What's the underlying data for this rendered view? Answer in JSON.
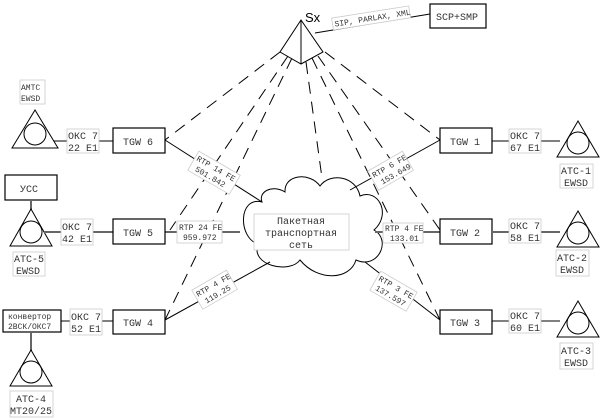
{
  "softswitch": {
    "label": "Sx"
  },
  "scp": {
    "label": "SCP+SMP",
    "link_label": "SIP, PARLAX, XML"
  },
  "network": {
    "lines": [
      "Пакетная",
      "транспортная",
      "сеть"
    ]
  },
  "gateways": [
    {
      "id": "tgw1",
      "label": "TGW 1",
      "rtp": [
        "RTP 6 FE",
        "153.649"
      ],
      "ss7": [
        "ОКС 7",
        "67 E1"
      ],
      "station": [
        "АТС-1",
        "EWSD"
      ]
    },
    {
      "id": "tgw2",
      "label": "TGW 2",
      "rtp": [
        "RTP 4 FE",
        "133.01"
      ],
      "ss7": [
        "ОКС 7",
        "58 E1"
      ],
      "station": [
        "АТС-2",
        "EWSD"
      ]
    },
    {
      "id": "tgw3",
      "label": "TGW 3",
      "rtp": [
        "RTP 3 FE",
        "137.597"
      ],
      "ss7": [
        "ОКС 7",
        "60 E1"
      ],
      "station": [
        "АТС-3",
        "EWSD"
      ]
    },
    {
      "id": "tgw4",
      "label": "TGW 4",
      "rtp": [
        "RTP 4 FE",
        "119.25"
      ],
      "ss7": [
        "ОКС 7",
        "52 E1"
      ],
      "station": [
        "АТС-4",
        "МТ20/25"
      ],
      "converter": [
        "конвертор",
        "2ВСК/ОКС7"
      ]
    },
    {
      "id": "tgw5",
      "label": "TGW 5",
      "rtp": [
        "RTP 24 FE",
        "959.972"
      ],
      "ss7": [
        "ОКС 7",
        "42 E1"
      ],
      "station": [
        "АТС-5",
        "EWSD"
      ],
      "extra": "УСС"
    },
    {
      "id": "tgw6",
      "label": "TGW 6",
      "rtp": [
        "RTP 14 FE",
        "501.842"
      ],
      "ss7": [
        "ОКС 7",
        "22 E1"
      ],
      "station": [
        "АМТС",
        "EWSD"
      ]
    }
  ]
}
